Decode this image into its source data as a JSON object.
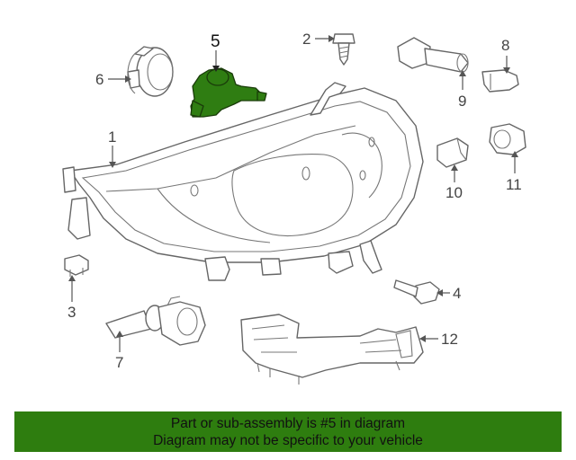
{
  "callouts": {
    "c1": "1",
    "c2": "2",
    "c3": "3",
    "c4": "4",
    "c5": "5",
    "c6": "6",
    "c7": "7",
    "c8": "8",
    "c9": "9",
    "c10": "10",
    "c11": "11",
    "c12": "12"
  },
  "highlight": {
    "part_number": "5",
    "color": "#2f7d12"
  },
  "banner": {
    "line1": "Part or sub-assembly is #5 in diagram",
    "line2": "Diagram may not be specific to your vehicle",
    "background": "#2e7d0f"
  }
}
